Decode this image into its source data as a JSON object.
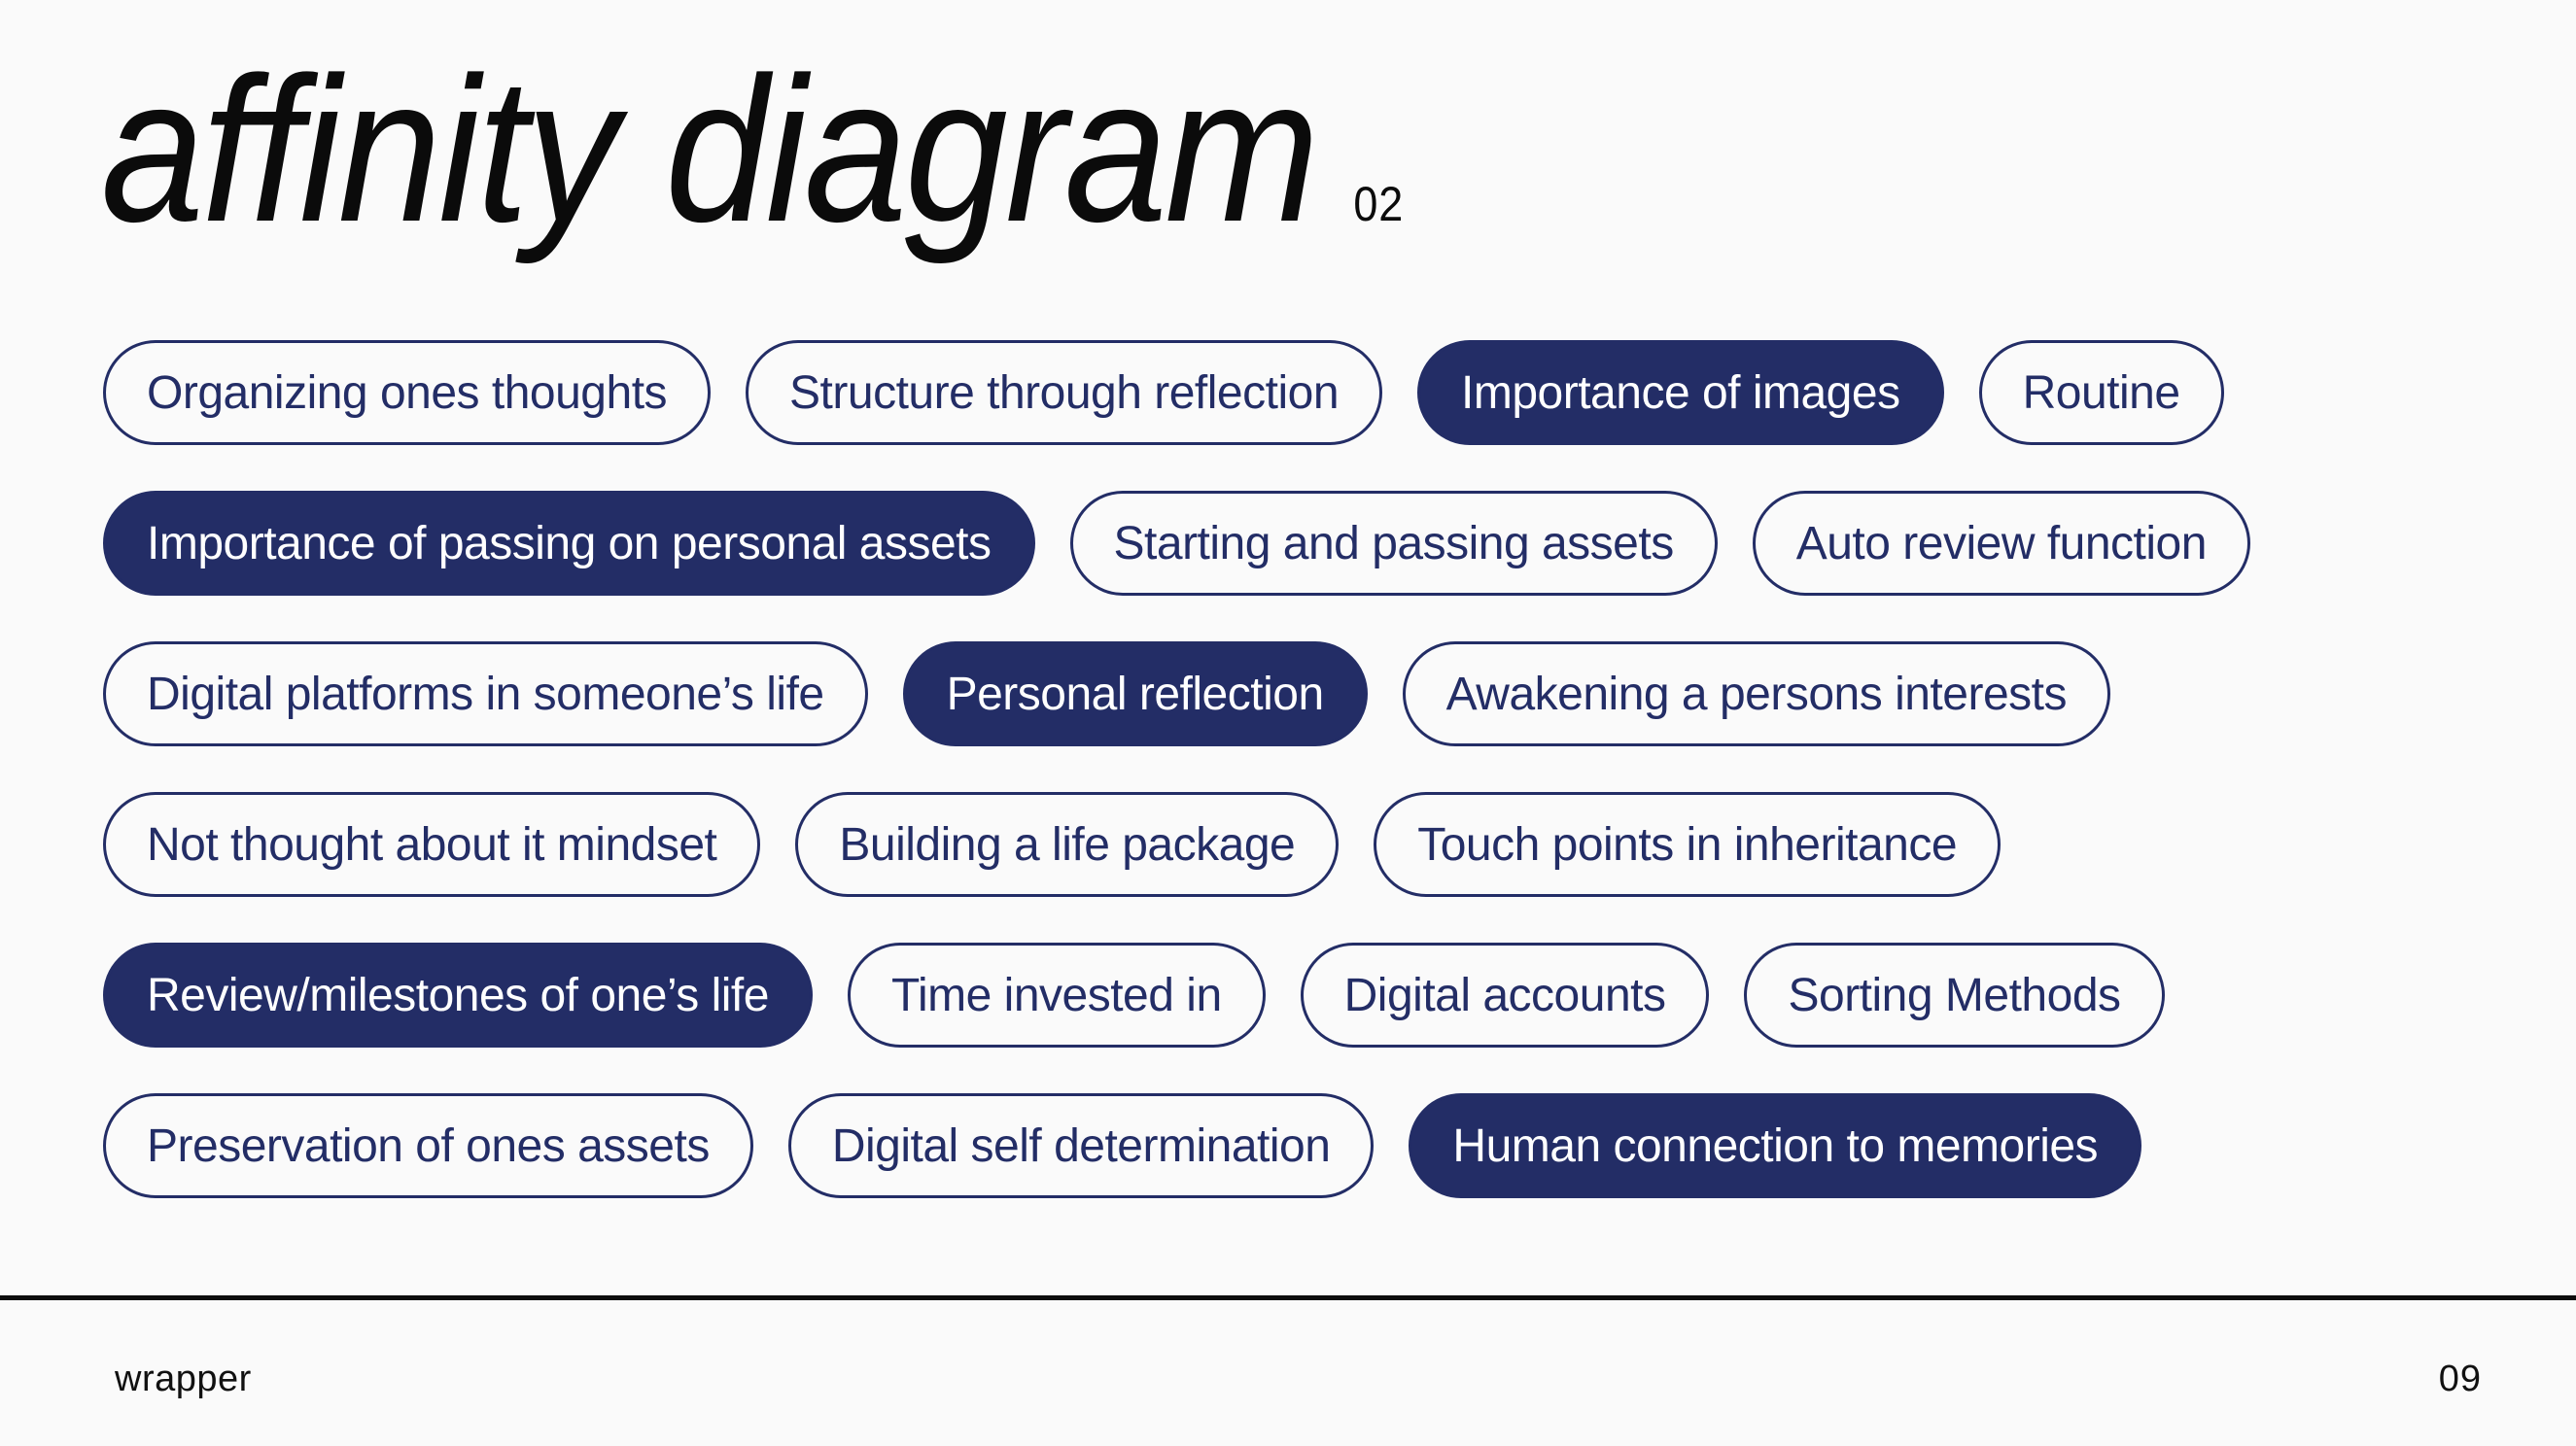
{
  "colors": {
    "background": "#fafafa",
    "navy": "#232d66",
    "pill_text_filled": "#ffffff",
    "text": "#111111"
  },
  "header": {
    "title": "affinity diagram",
    "index_label": "02"
  },
  "board": {
    "rows": [
      [
        {
          "label": "Organizing ones thoughts",
          "filled": false
        },
        {
          "label": "Structure through reflection",
          "filled": false
        },
        {
          "label": "Importance of images",
          "filled": true
        },
        {
          "label": "Routine",
          "filled": false
        }
      ],
      [
        {
          "label": "Importance of passing on personal assets",
          "filled": true
        },
        {
          "label": "Starting and passing assets",
          "filled": false
        },
        {
          "label": "Auto review function",
          "filled": false
        }
      ],
      [
        {
          "label": "Digital platforms in someone’s life",
          "filled": false
        },
        {
          "label": "Personal reflection",
          "filled": true
        },
        {
          "label": "Awakening a persons interests",
          "filled": false
        }
      ],
      [
        {
          "label": "Not thought about it mindset",
          "filled": false
        },
        {
          "label": "Building a life package",
          "filled": false
        },
        {
          "label": "Touch points in inheritance",
          "filled": false
        }
      ],
      [
        {
          "label": "Review/milestones of one’s life",
          "filled": true
        },
        {
          "label": "Time invested in",
          "filled": false
        },
        {
          "label": "Digital accounts",
          "filled": false
        },
        {
          "label": "Sorting Methods",
          "filled": false
        }
      ],
      [
        {
          "label": "Preservation of ones assets",
          "filled": false
        },
        {
          "label": "Digital self determination",
          "filled": false
        },
        {
          "label": "Human connection to memories",
          "filled": true
        }
      ]
    ]
  },
  "footer": {
    "brand": "wrapper",
    "page_number": "09"
  }
}
